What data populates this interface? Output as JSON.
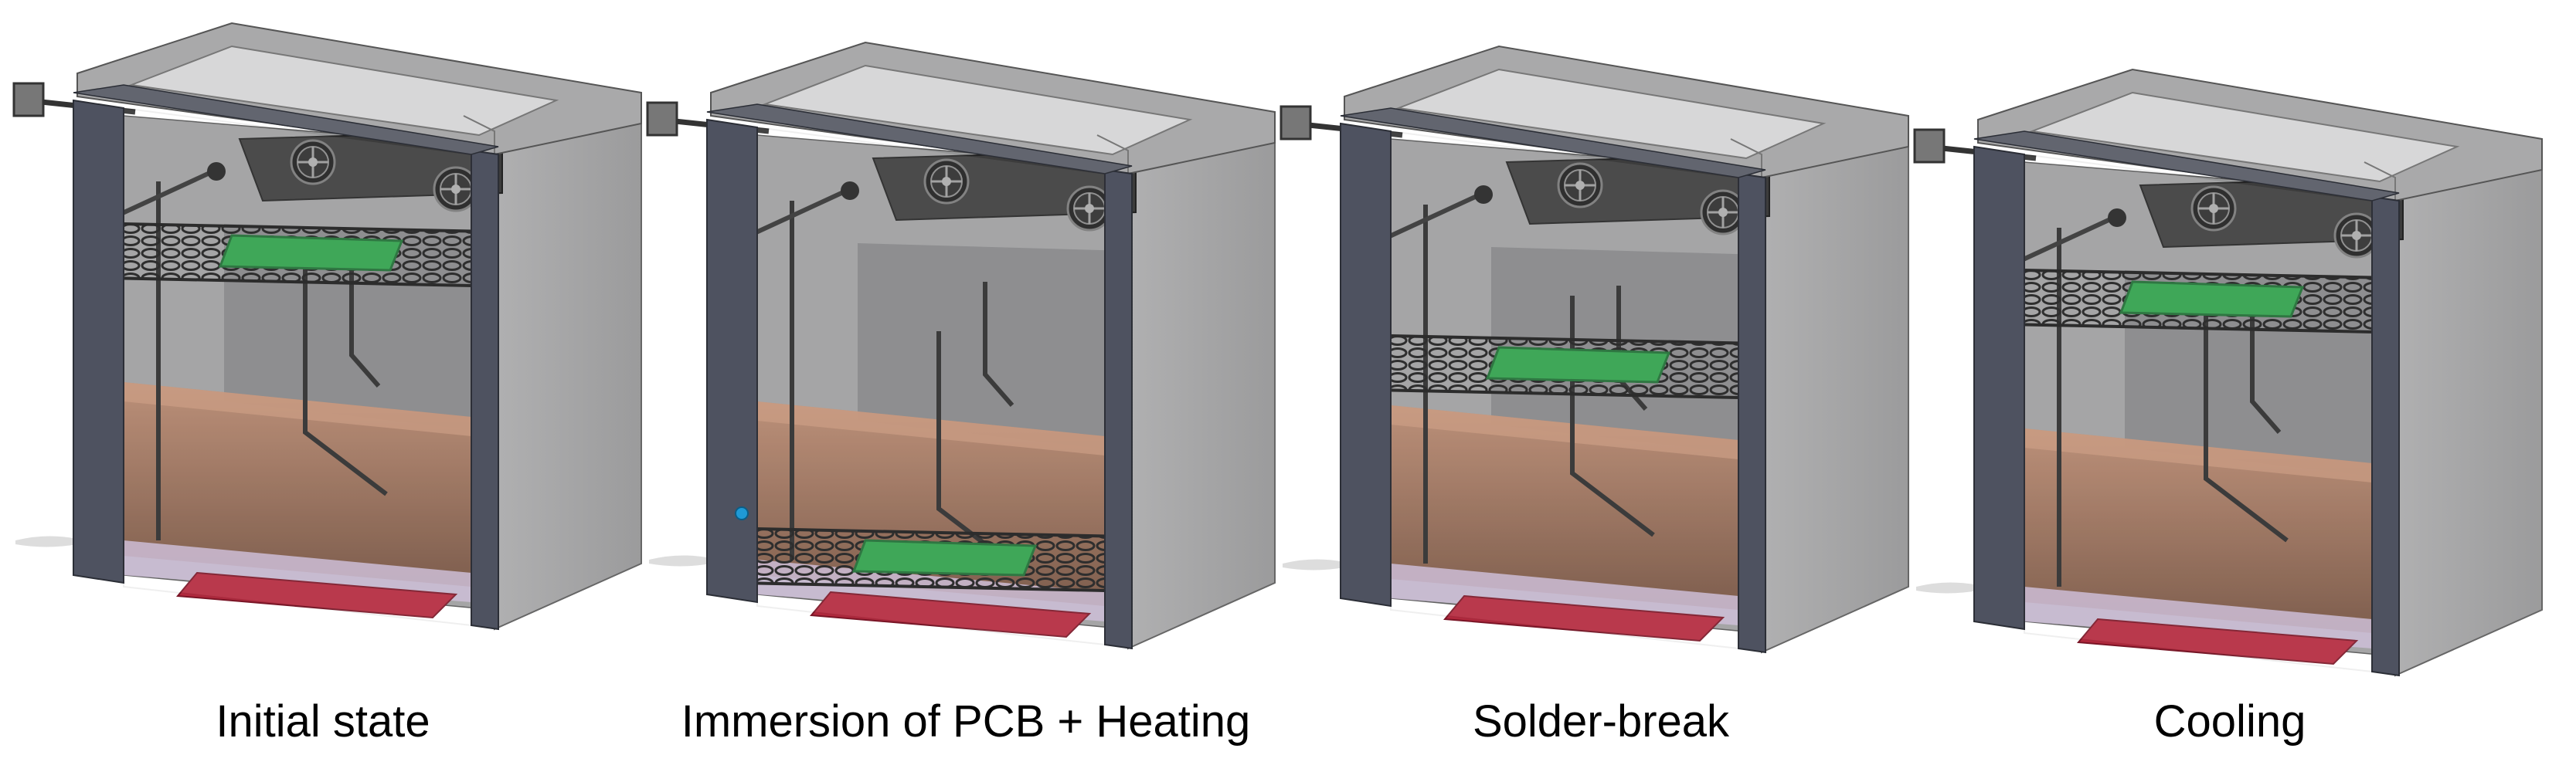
{
  "figure": {
    "stages": [
      {
        "label": "Initial state"
      },
      {
        "label": "Immersion of PCB + Heating"
      },
      {
        "label": "Solder-break"
      },
      {
        "label": "Cooling"
      }
    ],
    "colors": {
      "housing": "#a9a9aa",
      "housing_side": "#9a9a9b",
      "frame": "#4e5260",
      "interior": "#bfc0c1",
      "back_wall": "#9d9e9f",
      "liquid": "#8a5a3f",
      "liquid_surface": "#c8967a",
      "heater": "#b3283d",
      "pcb": "#2ea04a",
      "rack": "#2a2a2a",
      "fan_housing": "#3c3c3c",
      "base_purple": "#c9b8d3"
    },
    "icons": [
      "fan-icon",
      "motor-icon",
      "shaft-icon"
    ]
  }
}
